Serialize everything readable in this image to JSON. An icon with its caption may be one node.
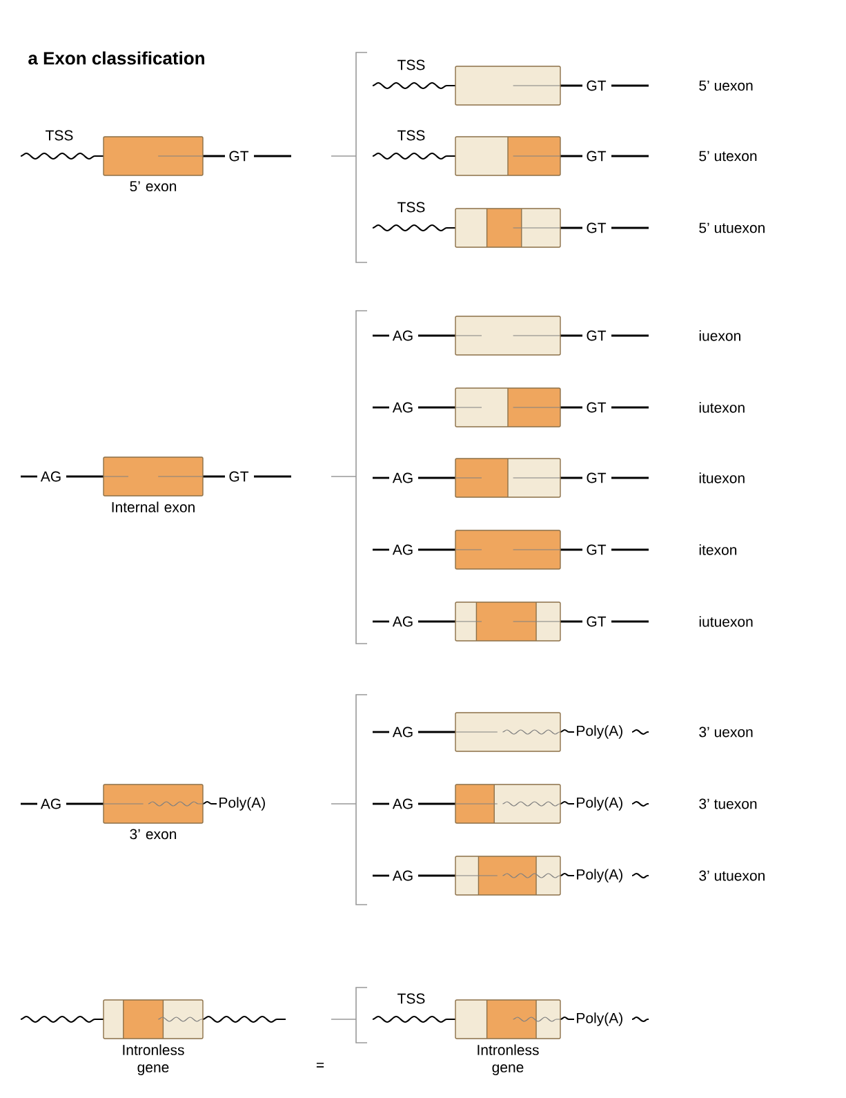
{
  "diagram": {
    "title": "Exon classification",
    "nodes": [
      {
        "text": [
          "5’ exon"
        ],
        "beside": [
          "TSS",
          "GT"
        ]
      },
      {
        "text": [],
        "shape": "box",
        "beside": [
          "TSS",
          "GT"
        ]
      },
      {
        "text": [],
        "shape": "box",
        "beside": [
          "TSS",
          "GT"
        ]
      },
      {
        "text": [],
        "shape": "box",
        "beside": [
          "TSS",
          "GT"
        ]
      },
      {
        "text": [
          "Internal exon"
        ],
        "beside": [
          "AG",
          "GT"
        ]
      },
      {
        "text": [],
        "shape": "box",
        "beside": [
          "AG",
          "GT"
        ]
      },
      {
        "text": [],
        "shape": "box",
        "beside": [
          "AG",
          "GT"
        ]
      },
      {
        "text": [],
        "shape": "box",
        "beside": [
          "AG",
          "GT"
        ]
      },
      {
        "text": [],
        "shape": "box",
        "beside": [
          "AG",
          "GT"
        ]
      },
      {
        "text": [],
        "shape": "box",
        "beside": [
          "AG",
          "GT"
        ]
      },
      {
        "text": [
          "3’ exon"
        ],
        "beside": [
          "AG",
          "Poly(A)"
        ]
      },
      {
        "text": [],
        "shape": "box",
        "beside": [
          "AG",
          "Poly(A)"
        ]
      },
      {
        "text": [],
        "shape": "box",
        "beside": [
          "AG",
          "Poly(A)"
        ]
      },
      {
        "text": [],
        "shape": "box",
        "beside": [
          "AG",
          "Poly(A)"
        ]
      },
      {
        "text": [
          "Intronless gene"
        ]
      },
      {
        "text": [
          "Intronless gene"
        ],
        "beside": [
          "TSS",
          "Poly(A)"
        ]
      }
    ],
    "labels": [
      "a",
      "5’ uexon",
      "5’ utexon",
      "5’ utuexon",
      "iuexon",
      "iutexon",
      "ituexon",
      "itexon",
      "iutuexon",
      "3’ uexon",
      "3’ tuexon",
      "3’ utuexon",
      "="
    ]
  }
}
